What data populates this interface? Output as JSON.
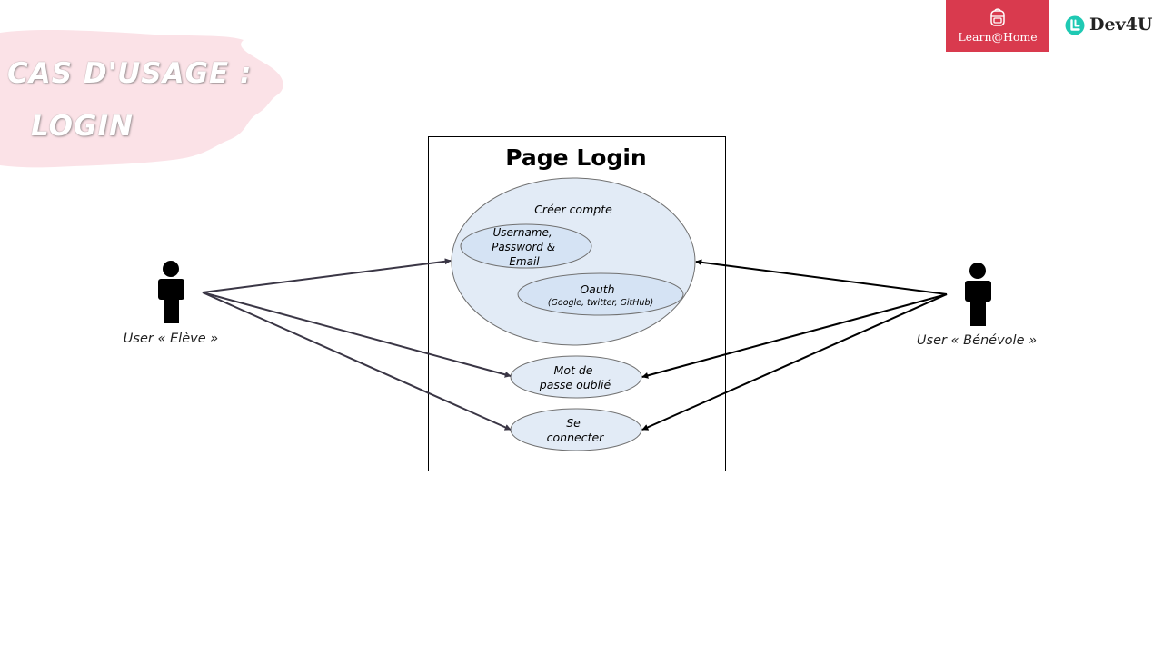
{
  "heading": {
    "line1": "CAS D'USAGE :",
    "line2": "LOGIN"
  },
  "logos": {
    "learn": {
      "label": "Learn@Home",
      "icon": "backpack-icon",
      "color": "#d93a4e"
    },
    "dev": {
      "label": "Dev4U",
      "icon": "dev4u-logo-icon",
      "color": "#1fc9b3"
    }
  },
  "diagram": {
    "system_title": "Page Login",
    "actors": {
      "eleve": {
        "label": "User « Elève »"
      },
      "benevole": {
        "label": "User « Bénévole »"
      }
    },
    "use_cases": {
      "creer_compte": {
        "label": "Créer compte"
      },
      "username": {
        "lines": [
          "Username,",
          "Password &",
          "Email"
        ]
      },
      "oauth": {
        "lines": [
          "Oauth",
          "(Google,  twitter, GitHub)"
        ]
      },
      "mot_de_passe": {
        "lines": [
          "Mot de",
          "passe oublié"
        ]
      },
      "se_connecter": {
        "lines": [
          "Se",
          "connecter"
        ]
      }
    },
    "colors": {
      "ellipse_fill": "#e2ebf6",
      "inner_ellipse_fill": "#d5e3f4",
      "ellipse_stroke": "#707070",
      "actor": "#000000",
      "arrow_left": "#3a3645",
      "arrow_right": "#000000"
    }
  }
}
